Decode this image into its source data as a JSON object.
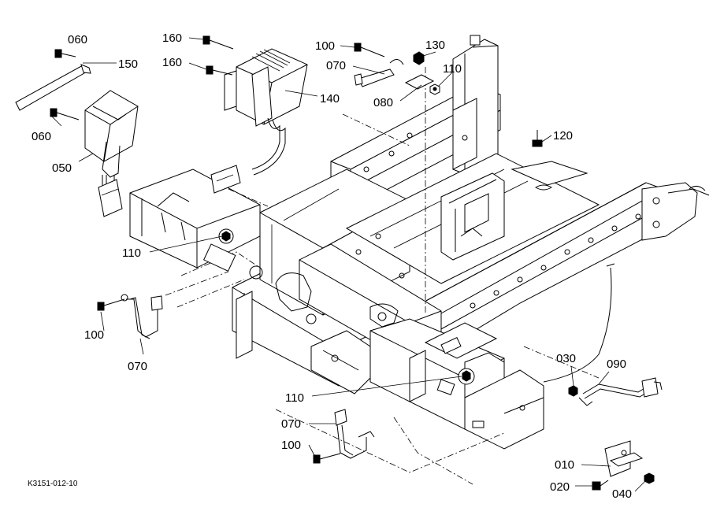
{
  "figure_code": "K3151-012-10",
  "callouts": [
    {
      "id": "c1",
      "label": "060"
    },
    {
      "id": "c2",
      "label": "150"
    },
    {
      "id": "c3",
      "label": "060"
    },
    {
      "id": "c4",
      "label": "050"
    },
    {
      "id": "c5",
      "label": "160"
    },
    {
      "id": "c6",
      "label": "160"
    },
    {
      "id": "c7",
      "label": "140"
    },
    {
      "id": "c8",
      "label": "100"
    },
    {
      "id": "c9",
      "label": "130"
    },
    {
      "id": "c10",
      "label": "070"
    },
    {
      "id": "c11",
      "label": "110"
    },
    {
      "id": "c12",
      "label": "080"
    },
    {
      "id": "c13",
      "label": "120"
    },
    {
      "id": "c14",
      "label": "110"
    },
    {
      "id": "c15",
      "label": "100"
    },
    {
      "id": "c16",
      "label": "070"
    },
    {
      "id": "c17",
      "label": "030"
    },
    {
      "id": "c18",
      "label": "090"
    },
    {
      "id": "c19",
      "label": "110"
    },
    {
      "id": "c20",
      "label": "070"
    },
    {
      "id": "c21",
      "label": "100"
    },
    {
      "id": "c22",
      "label": "010"
    },
    {
      "id": "c23",
      "label": "020"
    },
    {
      "id": "c24",
      "label": "040"
    }
  ]
}
